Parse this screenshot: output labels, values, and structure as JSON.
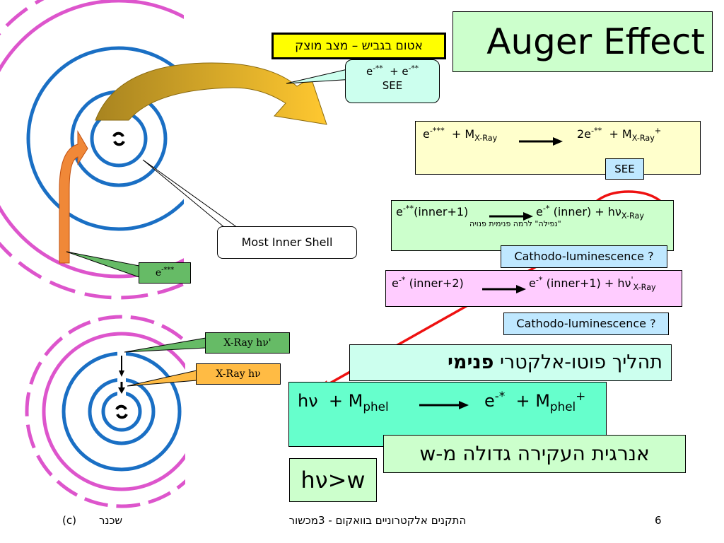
{
  "title": "Auger Effect",
  "hebrew_title": "אטום בגביש – מצב מוצק",
  "callout_see": {
    "line1": "e",
    "sup1": "-**",
    "plus": "  + e",
    "sup2": "-**",
    "line2": "SEE"
  },
  "equation1": {
    "left_e": "e",
    "left_e_sup": "-***",
    "plus1": "  + M",
    "m_sub": "X-Ray",
    "right": "2e",
    "right_sup": "-**",
    "plus2": "  + M",
    "m2_sub": "X-Ray",
    "m2_sup": "+",
    "see_label": "SEE"
  },
  "equation2": {
    "lhs": "e",
    "lhs_sup": "-**",
    "lhs_tail": "(inner+1)",
    "rhs": "e",
    "rhs_sup": "-*",
    "rhs_tail": " (inner) + hν",
    "rhs_sub": "X-Ray",
    "note": "\"נפילה\" לרמה פנימית פנויה"
  },
  "cathodo_1": "Cathodo-luminescence ?",
  "equation3": {
    "lhs": "e",
    "lhs_sup": "-*",
    "lhs_tail": " (inner+2)",
    "rhs": "e",
    "rhs_sup": "-*",
    "rhs_tail": " (inner+1) + hν",
    "rhs_sup2": "'",
    "rhs_sub": "X-Ray"
  },
  "cathodo_2": "Cathodo-luminescence ?",
  "photo_process": {
    "normal": "תהליך פוטו-אלקטרי ",
    "bold": "פנימי"
  },
  "equation4": {
    "lhs": "hν  + M",
    "lhs_sub": "phel",
    "rhs": "e",
    "rhs_sup": "-*",
    "plus": "  + M",
    "m_sub": "phel",
    "m_sup": "+"
  },
  "energy_text": "אנרגית העקירה גדולה מ-w",
  "hv_w": "hν>w",
  "most_inner_shell": "Most Inner Shell",
  "e_triple_label": {
    "base": "e",
    "sup": "-***"
  },
  "xray_hv_prime": "X-Ray  hν'",
  "xray_hv": "X-Ray  hν",
  "footer": {
    "left_c": "(c)",
    "left_name": "שכנר",
    "center": "התקנים אלקטרוניים בוואקום - 3מכשור",
    "page": "6"
  },
  "colors": {
    "shell_blue": "#1a6fc4",
    "shell_magenta": "#dd55cc",
    "arrow_orange": "#f08838",
    "arrow_gold": "#d4a520",
    "pointer_red": "#ee1111"
  }
}
